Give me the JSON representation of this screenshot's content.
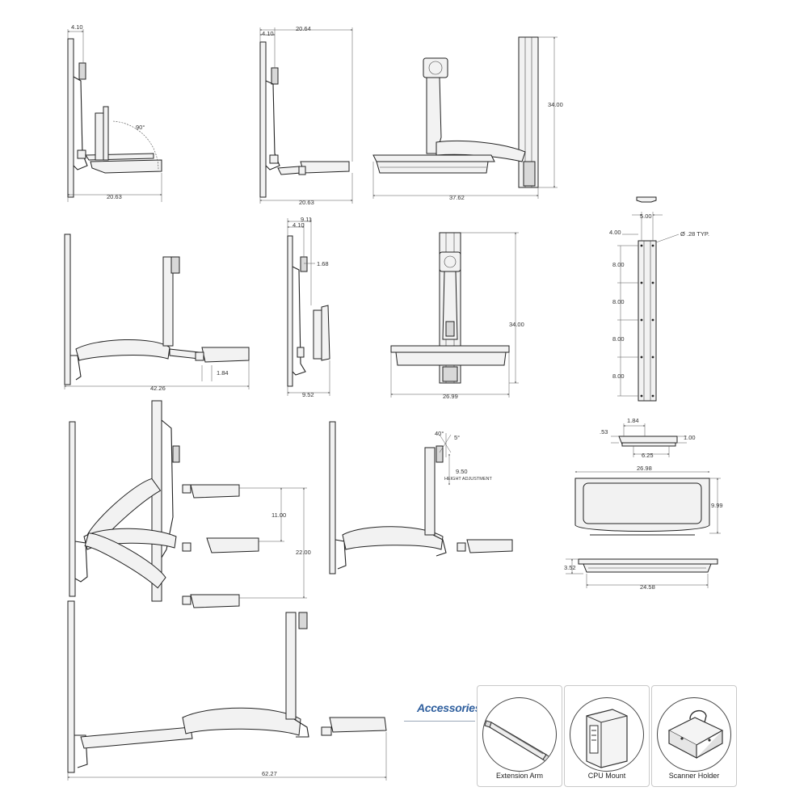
{
  "views": {
    "v1": {
      "w_top": "4.10",
      "angle": "90°",
      "w_bottom": "20.63"
    },
    "v2": {
      "w_top_small": "4.10",
      "w_top": "20.64",
      "w_bottom": "20.63"
    },
    "v3": {
      "height": "34.00",
      "width": "37.62"
    },
    "v4": {
      "offset": "1.84",
      "width": "42.26"
    },
    "v5": {
      "w1": "9.11",
      "w2": "4.10",
      "w3": "1.68",
      "w_bottom": "9.52"
    },
    "v6": {
      "height": "34.00",
      "width": "26.99"
    },
    "rail": {
      "top_w": "5.00",
      "top_off": "4.00",
      "hole": "Ø .28 TYP.",
      "spacing": [
        "8.00",
        "8.00",
        "8.00",
        "8.00"
      ]
    },
    "v7": {
      "range1": "11.00",
      "range2": "22.00"
    },
    "v8": {
      "tilt1": "40°",
      "tilt2": "5°",
      "height_value": "9.50",
      "height_label": "HEIGHT ADJUSTMENT"
    },
    "mouse": {
      "top": "1.84",
      "left": ".53",
      "right": "1.00",
      "bottom": "6.25"
    },
    "tray": {
      "width": "26.98",
      "depth": "9.99"
    },
    "tray_side": {
      "height": "3.52",
      "width": "24.58"
    },
    "v9": {
      "width": "62.27"
    }
  },
  "accessories": {
    "title": "Accessories",
    "items": [
      {
        "label": "Extension Arm",
        "icon": "extension-arm-icon"
      },
      {
        "label": "CPU Mount",
        "icon": "cpu-mount-icon"
      },
      {
        "label": "Scanner Holder",
        "icon": "scanner-holder-icon"
      }
    ]
  },
  "colors": {
    "accent": "#2f5f9e",
    "line": "#222222"
  }
}
